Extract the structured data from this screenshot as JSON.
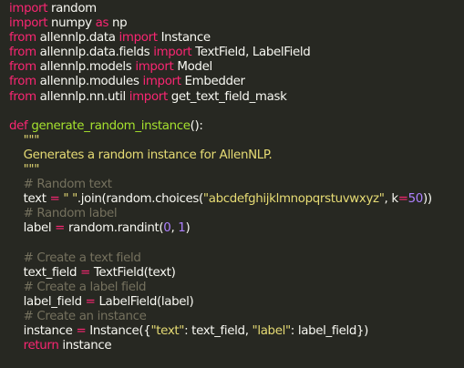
{
  "editor": {
    "colors": {
      "background": "#272822",
      "plain": "#f8f8f2",
      "keyword": "#f92672",
      "function": "#a6e22e",
      "string": "#e6db74",
      "number": "#ae81ff",
      "comment": "#75715e"
    },
    "lines": [
      [
        {
          "t": "keyword",
          "v": "import"
        },
        {
          "t": "plain",
          "v": " random"
        }
      ],
      [
        {
          "t": "keyword",
          "v": "import"
        },
        {
          "t": "plain",
          "v": " numpy "
        },
        {
          "t": "keyword",
          "v": "as"
        },
        {
          "t": "plain",
          "v": " np"
        }
      ],
      [
        {
          "t": "keyword",
          "v": "from"
        },
        {
          "t": "plain",
          "v": " allennlp.data "
        },
        {
          "t": "keyword",
          "v": "import"
        },
        {
          "t": "plain",
          "v": " Instance"
        }
      ],
      [
        {
          "t": "keyword",
          "v": "from"
        },
        {
          "t": "plain",
          "v": " allennlp.data.fields "
        },
        {
          "t": "keyword",
          "v": "import"
        },
        {
          "t": "plain",
          "v": " TextField, LabelField"
        }
      ],
      [
        {
          "t": "keyword",
          "v": "from"
        },
        {
          "t": "plain",
          "v": " allennlp.models "
        },
        {
          "t": "keyword",
          "v": "import"
        },
        {
          "t": "plain",
          "v": " Model"
        }
      ],
      [
        {
          "t": "keyword",
          "v": "from"
        },
        {
          "t": "plain",
          "v": " allennlp.modules "
        },
        {
          "t": "keyword",
          "v": "import"
        },
        {
          "t": "plain",
          "v": " Embedder"
        }
      ],
      [
        {
          "t": "keyword",
          "v": "from"
        },
        {
          "t": "plain",
          "v": " allennlp.nn.util "
        },
        {
          "t": "keyword",
          "v": "import"
        },
        {
          "t": "plain",
          "v": " get_text_field_mask"
        }
      ],
      [],
      [
        {
          "t": "keyword",
          "v": "def"
        },
        {
          "t": "plain",
          "v": " "
        },
        {
          "t": "function",
          "v": "generate_random_instance"
        },
        {
          "t": "plain",
          "v": "():"
        }
      ],
      [
        {
          "t": "string",
          "v": "    \"\"\""
        }
      ],
      [
        {
          "t": "string",
          "v": "    Generates a random instance for AllenNLP."
        }
      ],
      [
        {
          "t": "string",
          "v": "    \"\"\""
        }
      ],
      [
        {
          "t": "comment",
          "v": "    # Random text"
        }
      ],
      [
        {
          "t": "plain",
          "v": "    text "
        },
        {
          "t": "keyword",
          "v": "="
        },
        {
          "t": "plain",
          "v": " "
        },
        {
          "t": "string",
          "v": "\" \""
        },
        {
          "t": "plain",
          "v": ".join(random.choices("
        },
        {
          "t": "string",
          "v": "\"abcdefghijklmnopqrstuvwxyz\""
        },
        {
          "t": "plain",
          "v": ", k"
        },
        {
          "t": "keyword",
          "v": "="
        },
        {
          "t": "number",
          "v": "50"
        },
        {
          "t": "plain",
          "v": "))"
        }
      ],
      [
        {
          "t": "comment",
          "v": "    # Random label"
        }
      ],
      [
        {
          "t": "plain",
          "v": "    label "
        },
        {
          "t": "keyword",
          "v": "="
        },
        {
          "t": "plain",
          "v": " random.randint("
        },
        {
          "t": "number",
          "v": "0"
        },
        {
          "t": "plain",
          "v": ", "
        },
        {
          "t": "number",
          "v": "1"
        },
        {
          "t": "plain",
          "v": ")"
        }
      ],
      [],
      [
        {
          "t": "comment",
          "v": "    # Create a text field"
        }
      ],
      [
        {
          "t": "plain",
          "v": "    text_field "
        },
        {
          "t": "keyword",
          "v": "="
        },
        {
          "t": "plain",
          "v": " TextField(text)"
        }
      ],
      [
        {
          "t": "comment",
          "v": "    # Create a label field"
        }
      ],
      [
        {
          "t": "plain",
          "v": "    label_field "
        },
        {
          "t": "keyword",
          "v": "="
        },
        {
          "t": "plain",
          "v": " LabelField(label)"
        }
      ],
      [
        {
          "t": "comment",
          "v": "    # Create an instance"
        }
      ],
      [
        {
          "t": "plain",
          "v": "    instance "
        },
        {
          "t": "keyword",
          "v": "="
        },
        {
          "t": "plain",
          "v": " Instance({"
        },
        {
          "t": "string",
          "v": "\"text\""
        },
        {
          "t": "plain",
          "v": ": text_field, "
        },
        {
          "t": "string",
          "v": "\"label\""
        },
        {
          "t": "plain",
          "v": ": label_field})"
        }
      ],
      [
        {
          "t": "plain",
          "v": "    "
        },
        {
          "t": "keyword",
          "v": "return"
        },
        {
          "t": "plain",
          "v": " instance"
        }
      ]
    ]
  }
}
